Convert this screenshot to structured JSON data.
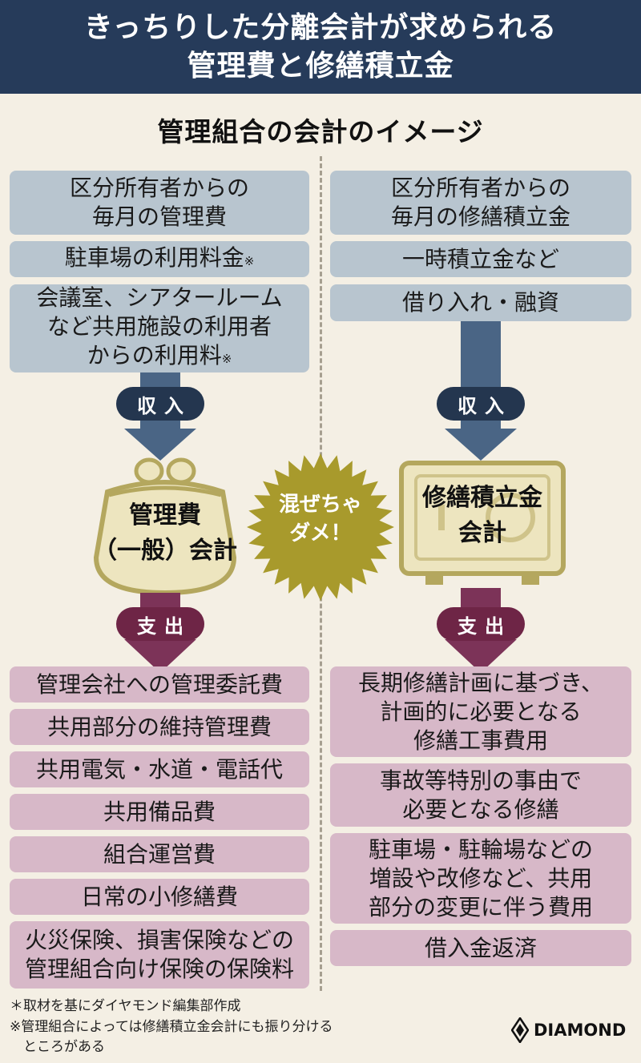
{
  "header": {
    "line1": "きっちりした分離会計が求められる",
    "line2": "管理費と修繕積立金"
  },
  "subtitle": "管理組合の会計のイメージ",
  "left": {
    "income": [
      {
        "lines": [
          "区分所有者からの",
          "毎月の管理費"
        ]
      },
      {
        "lines": [
          "駐車場の利用料金"
        ],
        "mark": "※"
      },
      {
        "lines": [
          "会議室、シアタールーム",
          "など共用施設の利用者",
          "からの利用料"
        ],
        "mark": "※"
      }
    ],
    "income_label": "収入",
    "account": {
      "line1": "管理費",
      "line2": "（一般）会計"
    },
    "expense_label": "支出",
    "expenses": [
      "管理会社への管理委託費",
      "共用部分の維持管理費",
      "共用電気・水道・電話代",
      "共用備品費",
      "組合運営費",
      "日常の小修繕費",
      "火災保険、損害保険などの|管理組合向け保険の保険料"
    ]
  },
  "right": {
    "income": [
      {
        "lines": [
          "区分所有者からの",
          "毎月の修繕積立金"
        ]
      },
      {
        "lines": [
          "一時積立金など"
        ]
      },
      {
        "lines": [
          "借り入れ・融資"
        ]
      }
    ],
    "income_label": "収入",
    "account": {
      "line1": "修繕積立金",
      "line2": "会計"
    },
    "expense_label": "支出",
    "expenses": [
      "長期修繕計画に基づき、|計画的に必要となる|修繕工事費用",
      "事故等特別の事由で|必要となる修繕",
      "駐車場・駐輪場などの|増設や改修など、共用|部分の変更に伴う費用",
      "借入金返済"
    ]
  },
  "badge": {
    "line1": "混ぜちゃ",
    "line2": "ダメ！"
  },
  "footnotes": {
    "source": "＊取材を基にダイヤモンド編集部作成",
    "note_line1": "※管理組合によっては修繕積立金会計にも振り分ける",
    "note_line2": "　ところがある"
  },
  "brand": "DIAMOND",
  "colors": {
    "header_bg": "#263b5a",
    "income_box": "#b8c5cf",
    "expense_box": "#d7b8c8",
    "income_arrow": "#4a6585",
    "expense_arrow": "#7c3358",
    "account_fill": "#ede5bf",
    "account_stroke": "#b4a75e",
    "badge": "#a89a2c"
  }
}
